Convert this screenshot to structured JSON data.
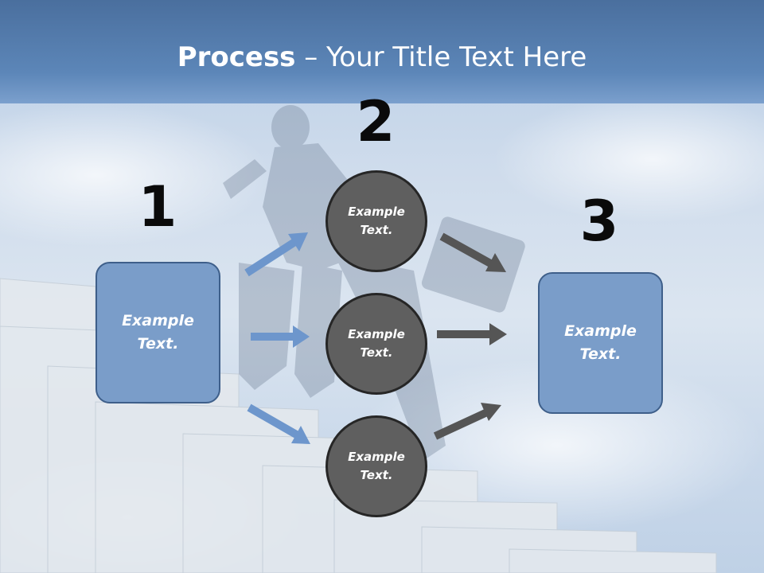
{
  "title": {
    "bold": "Process",
    "rest": " – Your Title Text Here"
  },
  "steps": {
    "one": "1",
    "two": "2",
    "three": "3"
  },
  "left_box": {
    "text": "Example\nText."
  },
  "right_box": {
    "text": "Example\nText."
  },
  "circles": [
    {
      "text": "Example\nText."
    },
    {
      "text": "Example\nText."
    },
    {
      "text": "Example\nText."
    }
  ],
  "colors": {
    "box_fill": "#7a9dc9",
    "box_border": "#3e5f8a",
    "circle_fill": "#5f5f5f",
    "blue_arrow": "#6d96cc",
    "gray_arrow": "#555555",
    "title_band": "#4a6f9e"
  },
  "background": {
    "image": "businessman-climbing-stairs-in-sky"
  }
}
